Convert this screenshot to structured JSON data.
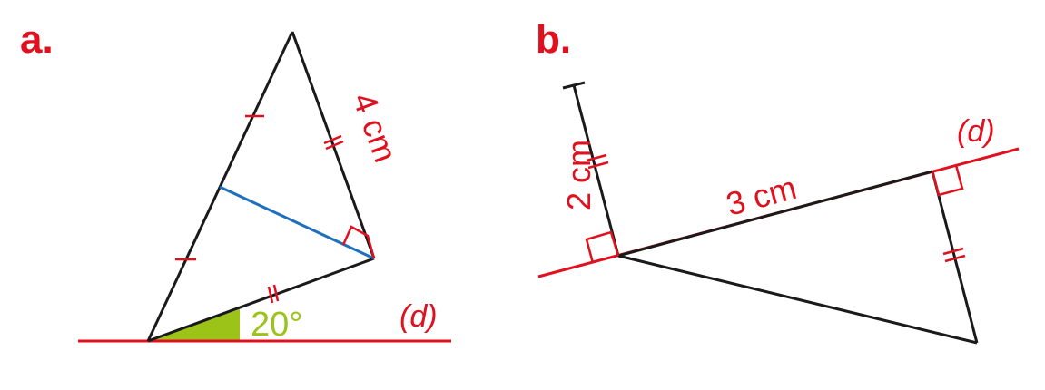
{
  "colors": {
    "black": "#1a1a1a",
    "red": "#e1101e",
    "blue": "#1f6fbf",
    "green": "#9bc318"
  },
  "figure_a": {
    "panel_label": "a.",
    "side_label": "4 cm",
    "angle_label": "20°",
    "line_label": "(d)"
  },
  "figure_b": {
    "panel_label": "b.",
    "vertical_label": "2 cm",
    "side_label": "3 cm",
    "line_label": "(d)"
  }
}
